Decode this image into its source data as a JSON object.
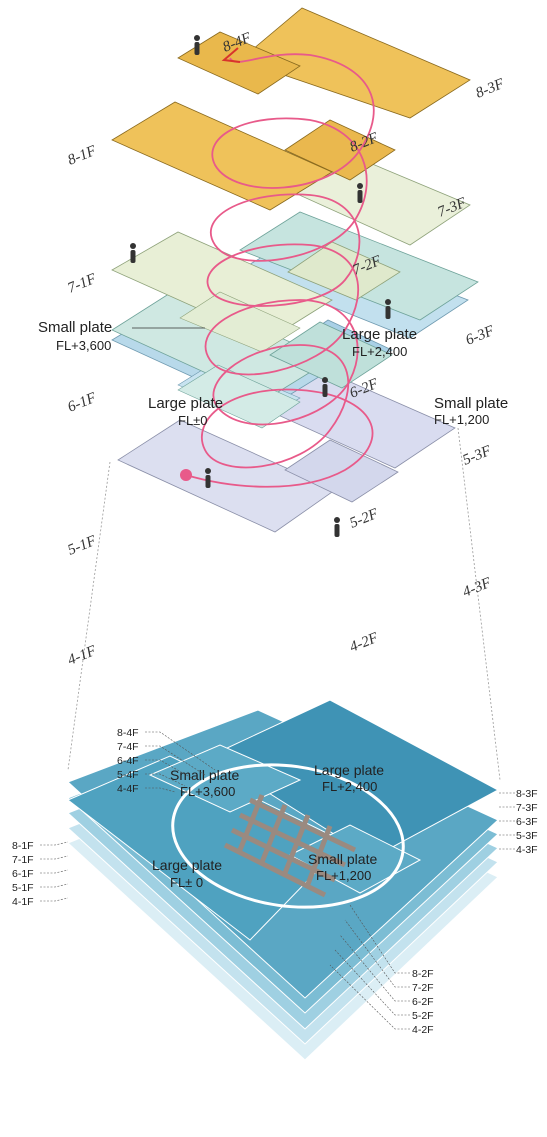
{
  "colors": {
    "floor8": "#efc25a",
    "floor7": "#e8efd6",
    "floor6": "#cfe8e2",
    "floor5": "#b8d9ea",
    "floor4": "#dcdff0",
    "route": "#e85a8a",
    "stack": "#4aa3c0"
  },
  "exploded": {
    "floors": [
      {
        "id": "8-1F",
        "label": "8-1F"
      },
      {
        "id": "8-2F",
        "label": "8-2F"
      },
      {
        "id": "8-3F",
        "label": "8-3F"
      },
      {
        "id": "8-4F",
        "label": "8-4F"
      },
      {
        "id": "7-1F",
        "label": "7-1F"
      },
      {
        "id": "7-2F",
        "label": "7-2F"
      },
      {
        "id": "7-3F",
        "label": "7-3F"
      },
      {
        "id": "6-1F",
        "label": "6-1F"
      },
      {
        "id": "6-2F",
        "label": "6-2F"
      },
      {
        "id": "6-3F",
        "label": "6-3F"
      },
      {
        "id": "5-1F",
        "label": "5-1F"
      },
      {
        "id": "5-2F",
        "label": "5-2F"
      },
      {
        "id": "5-3F",
        "label": "5-3F"
      },
      {
        "id": "4-1F",
        "label": "4-1F"
      },
      {
        "id": "4-2F",
        "label": "4-2F"
      },
      {
        "id": "4-3F",
        "label": "4-3F"
      }
    ],
    "annotations": {
      "small_plate_a": {
        "name": "Small plate",
        "level": "FL+3,600"
      },
      "large_plate_a": {
        "name": "Large plate",
        "level": "FL+2,400"
      },
      "large_plate_b": {
        "name": "Large plate",
        "level": "FL±0"
      },
      "small_plate_b": {
        "name": "Small plate",
        "level": "FL+1,200"
      }
    }
  },
  "stack": {
    "annotations": {
      "small_plate_a": {
        "name": "Small plate",
        "level": "FL+3,600"
      },
      "large_plate_a": {
        "name": "Large plate",
        "level": "FL+2,400"
      },
      "large_plate_b": {
        "name": "Large plate",
        "level": "FL± 0"
      },
      "small_plate_b": {
        "name": "Small plate",
        "level": "FL+1,200"
      }
    },
    "tags_4f": [
      "8-4F",
      "7-4F",
      "6-4F",
      "5-4F",
      "4-4F"
    ],
    "tags_1f": [
      "8-1F",
      "7-1F",
      "6-1F",
      "5-1F",
      "4-1F"
    ],
    "tags_3f": [
      "8-3F",
      "7-3F",
      "6-3F",
      "5-3F",
      "4-3F"
    ],
    "tags_2f": [
      "8-2F",
      "7-2F",
      "6-2F",
      "5-2F",
      "4-2F"
    ]
  }
}
